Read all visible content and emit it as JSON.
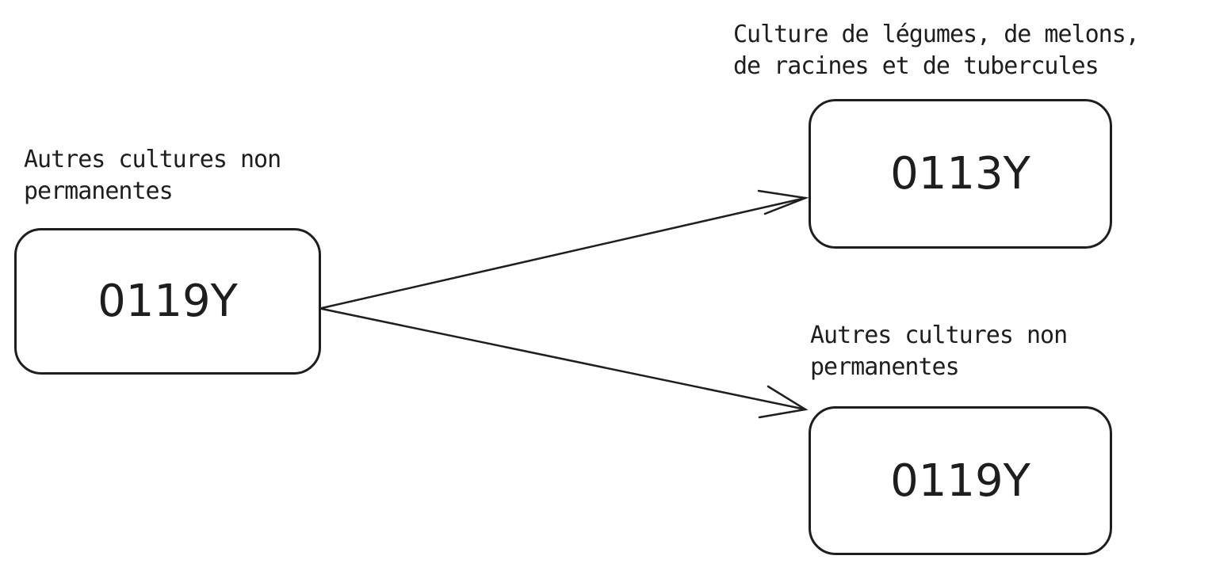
{
  "nodes": {
    "source": {
      "code": "0119Y",
      "label_line1": "Autres cultures non",
      "label_line2": "permanentes"
    },
    "target_top": {
      "code": "0113Y",
      "label_line1": "Culture de légumes, de melons,",
      "label_line2": "de racines et de tubercules"
    },
    "target_bottom": {
      "code": "0119Y",
      "label_line1": "Autres cultures non",
      "label_line2": "permanentes"
    }
  },
  "colors": {
    "stroke": "#1e1e1e",
    "background": "#ffffff"
  }
}
